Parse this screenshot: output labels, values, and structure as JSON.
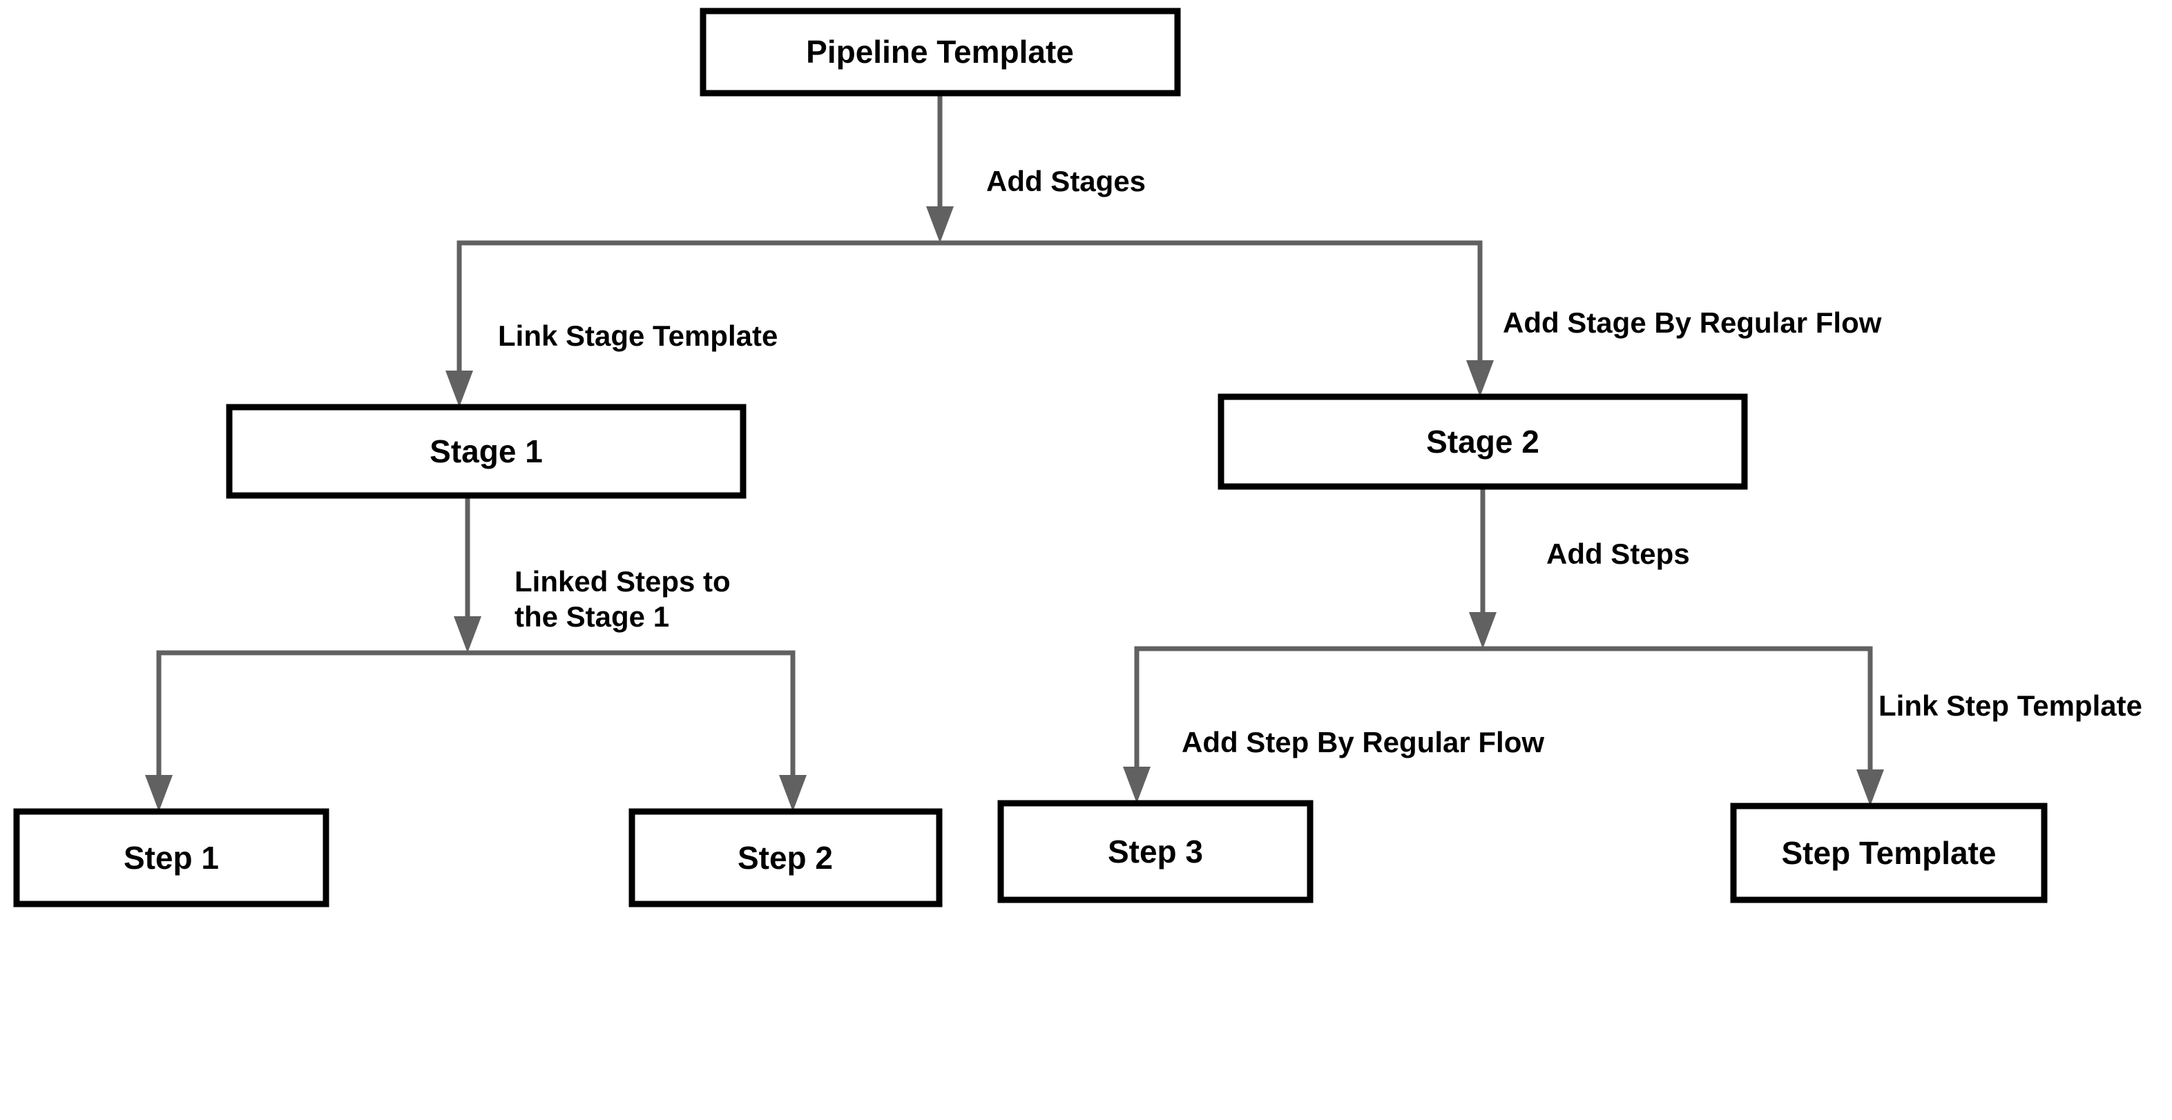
{
  "diagram": {
    "title": "Pipeline Template flowchart",
    "background_color": "#ffffff",
    "colors": {
      "connector": "#616161",
      "node_border": "#000000",
      "node_fill": "#ffffff",
      "label_text": "#000000"
    },
    "nodes": {
      "pipeline_template": {
        "label": "Pipeline Template"
      },
      "stage_1": {
        "label": "Stage 1"
      },
      "stage_2": {
        "label": "Stage 2"
      },
      "step_1": {
        "label": "Step 1"
      },
      "step_2": {
        "label": "Step 2"
      },
      "step_3": {
        "label": "Step 3"
      },
      "step_template": {
        "label": "Step Template"
      }
    },
    "edge_labels": {
      "add_stages": "Add Stages",
      "link_stage_template": "Link Stage Template",
      "add_stage_by_regular_flow": "Add Stage By Regular Flow",
      "linked_steps": {
        "line1": "Linked Steps to",
        "line2": "the Stage 1"
      },
      "add_steps": "Add Steps",
      "add_step_by_regular_flow": "Add Step By Regular Flow",
      "link_step_template": "Link Step Template"
    },
    "edges": [
      {
        "from": "pipeline_template",
        "to": "stage_1",
        "label": "Link Stage Template"
      },
      {
        "from": "pipeline_template",
        "to": "stage_2",
        "label": "Add Stage By Regular Flow"
      },
      {
        "from": "stage_1",
        "to": "step_1",
        "label": "Linked Steps to the Stage 1"
      },
      {
        "from": "stage_1",
        "to": "step_2",
        "label": "Linked Steps to the Stage 1"
      },
      {
        "from": "stage_2",
        "to": "step_3",
        "label": "Add Step By Regular Flow"
      },
      {
        "from": "stage_2",
        "to": "step_template",
        "label": "Link Step Template"
      }
    ]
  }
}
